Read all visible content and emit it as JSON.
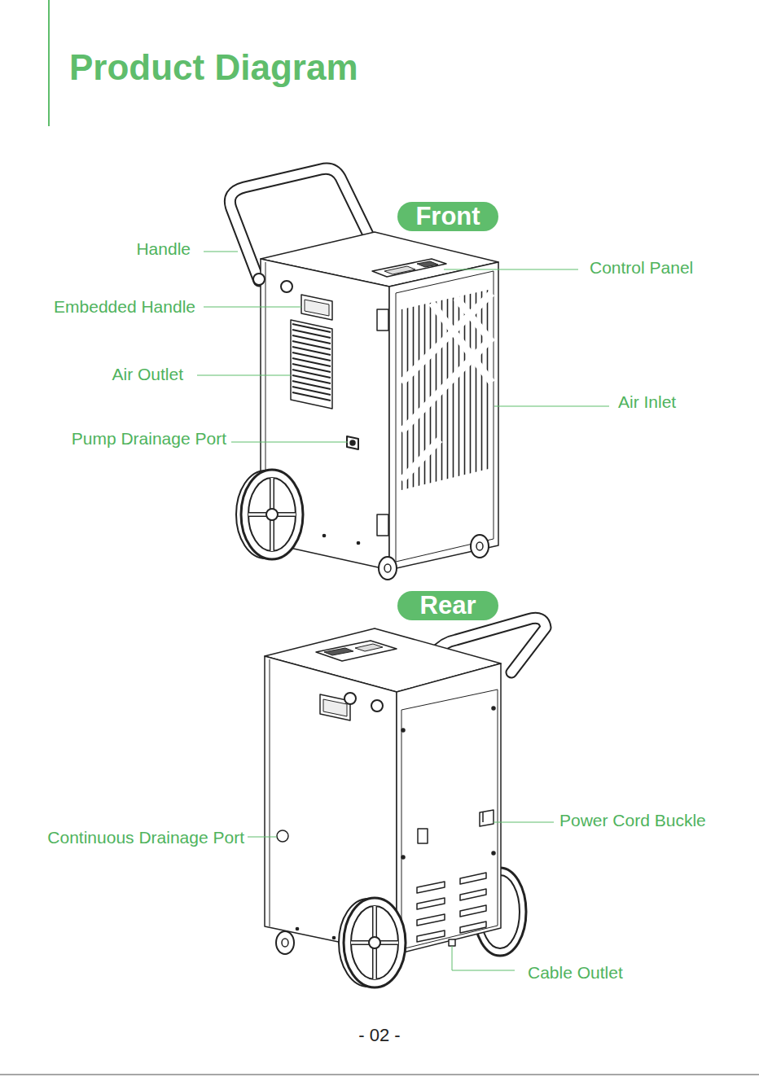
{
  "diagram": {
    "title": "Product Diagram",
    "nodes": [
      {
        "text": [
          "Front"
        ]
      },
      {
        "text": [
          "Rear"
        ]
      }
    ],
    "labels": [
      "Handle",
      "Embedded Handle",
      "Air Outlet",
      "Pump Drainage Port",
      "Control Panel",
      "Air Inlet",
      "Continuous Drainage Port",
      "Power Cord Buckle",
      "Cable Outlet",
      "- 02 -"
    ]
  }
}
